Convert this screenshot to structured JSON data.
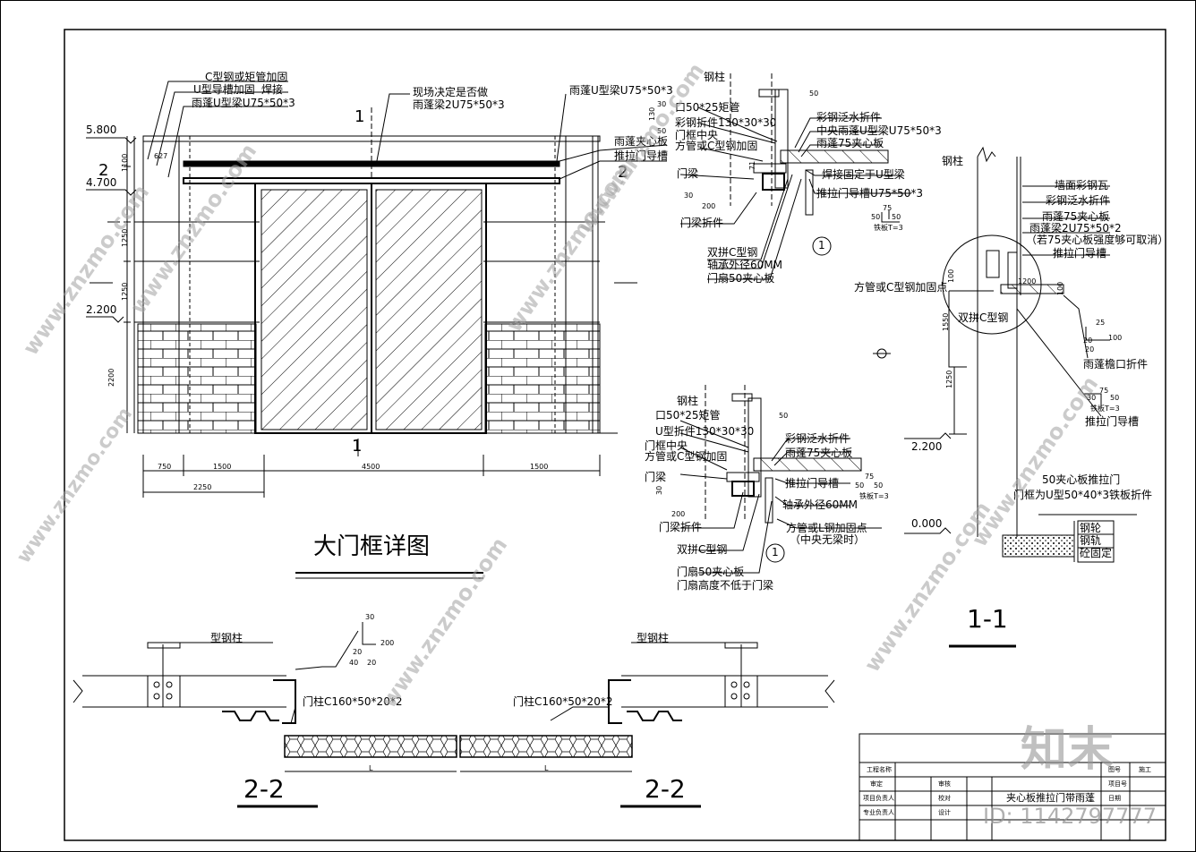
{
  "elevation": {
    "title": "大门框详图",
    "levels": [
      "5.800",
      "4.700",
      "2.200"
    ],
    "callouts": [
      "C型钢或矩管加固",
      "U型导槽加固",
      "焊接",
      "雨蓬U型梁U75*50*3",
      "现场决定是否做",
      "雨蓬梁2U75*50*3",
      "雨蓬U型梁U75*50*3",
      "雨蓬夹心板",
      "推拉门导槽"
    ],
    "section_marks": [
      "1",
      "1",
      "2",
      "2"
    ],
    "vert_dims": [
      "1100",
      "1250",
      "1250",
      "2200",
      "627"
    ],
    "horiz_dims": [
      "750",
      "1500",
      "4500",
      "1500",
      "2250"
    ]
  },
  "detail_top": {
    "labels": [
      "钢柱",
      "口50*25矩管",
      "彩钢折件130*30*30",
      "门框中央",
      "方管或C型钢加固",
      "门梁",
      "门梁折件",
      "双拼C型钢",
      "轴承外径60MM",
      "门扇50夹心板",
      "彩钢泛水折件",
      "中央雨蓬U型梁U75*50*3",
      "雨蓬75夹心板",
      "焊接固定于U型梁",
      "推拉门导槽U75*50*3"
    ],
    "dims": [
      "50",
      "30",
      "130",
      "50",
      "71",
      "200",
      "30",
      "75",
      "50",
      "50"
    ],
    "plate": "铁板T=3",
    "circle": "1"
  },
  "detail_bottom": {
    "labels": [
      "钢柱",
      "口50*25矩管",
      "U型折件130*30*30",
      "门框中央",
      "方管或C型钢加固",
      "门梁",
      "门梁折件",
      "双拼C型钢",
      "门扇50夹心板",
      "门扇高度不低于门梁",
      "彩钢泛水折件",
      "雨蓬75夹心板",
      "推拉门导槽",
      "轴承外径60MM",
      "方管或L钢加固点",
      "（中央无梁时）"
    ],
    "dims": [
      "50",
      "30",
      "200",
      "75",
      "50",
      "50"
    ],
    "plate": "铁板T=3",
    "circle": "1"
  },
  "section11": {
    "title": "1-1",
    "labels": [
      "钢柱",
      "墙面彩钢瓦",
      "彩钢泛水折件",
      "雨蓬75夹心板",
      "雨蓬梁2U75*50*2",
      "（若75夹心板强度够可取消）",
      "推拉门导槽",
      "方管或C型钢加固点",
      "双拼C型钢",
      "雨蓬檐口折件",
      "推拉门导槽",
      "50夹心板推拉门",
      "门框为U型50*40*3铁板折件",
      "钢轮",
      "钢轨",
      "砼固定"
    ],
    "levels": [
      "2.200",
      "0.000"
    ],
    "dims": [
      "1200",
      "100",
      "100",
      "1550",
      "1250",
      "25",
      "20",
      "100",
      "20",
      "75",
      "30",
      "50"
    ],
    "plate": "铁板T=3"
  },
  "section22": {
    "title": "2-2",
    "labels": [
      "型钢柱",
      "门柱C160*50*20*2",
      "型钢柱",
      "门柱C160*50*20*2"
    ],
    "dims": [
      "30",
      "200",
      "20",
      "40",
      "20",
      "L",
      "L"
    ]
  },
  "titleblock": {
    "drawing_name": "夹心板推拉门带雨蓬",
    "cells": [
      "工程名称",
      "审定",
      "审核",
      "项目负责人",
      "校对",
      "专业负责人",
      "设计",
      "图号",
      "项目号",
      "日期",
      "施工"
    ]
  },
  "watermark": {
    "brand": "知末",
    "id": "ID: 1142797777",
    "site": "www.znzmo.com"
  }
}
